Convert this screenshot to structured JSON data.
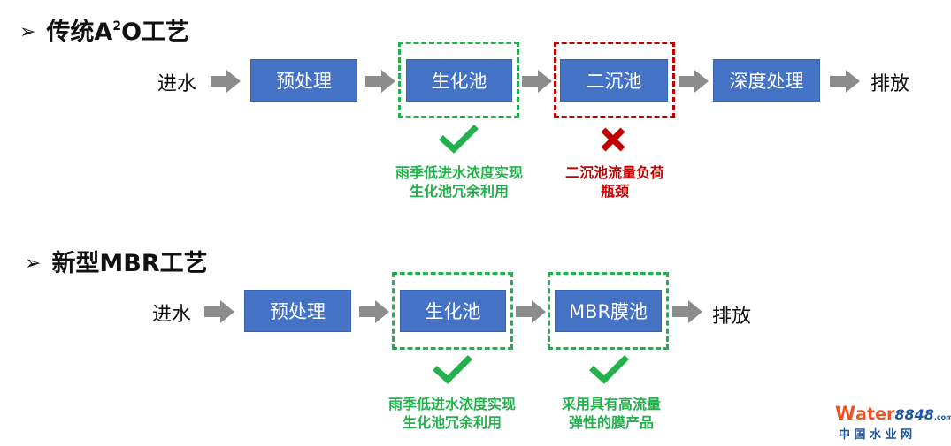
{
  "a2o": {
    "title_prefix": "传统A",
    "title_sup": "2",
    "title_suffix": "O工艺",
    "inlet": "进水",
    "outlet": "排放",
    "steps": [
      "预处理",
      "生化池",
      "二沉池",
      "深度处理"
    ],
    "note_good_1": "雨季低进水浓度实现",
    "note_good_2": "生化池冗余利用",
    "note_bad_1": "二沉池流量负荷",
    "note_bad_2": "瓶颈"
  },
  "mbr": {
    "title": "新型MBR工艺",
    "inlet": "进水",
    "outlet": "排放",
    "steps": [
      "预处理",
      "生化池",
      "MBR膜池"
    ],
    "note_1_line_1": "雨季低进水浓度实现",
    "note_1_line_2": "生化池冗余利用",
    "note_2_line_1": "采用具有高流量",
    "note_2_line_2": "弹性的膜产品"
  },
  "watermark": {
    "brand_prefix": "W",
    "brand_word": "ater",
    "brand_number": "8848",
    "brand_suffix": ".com",
    "subtitle": "中 国 水 业 网"
  },
  "colors": {
    "box": "#4472c4",
    "good": "#22b14c",
    "bad": "#c00000",
    "arrow": "#8c8c8c"
  },
  "icons": {
    "bullet": "arrowhead-bullet-icon",
    "flow": "flow-arrow-icon",
    "good": "check-icon",
    "bad": "cross-icon"
  }
}
